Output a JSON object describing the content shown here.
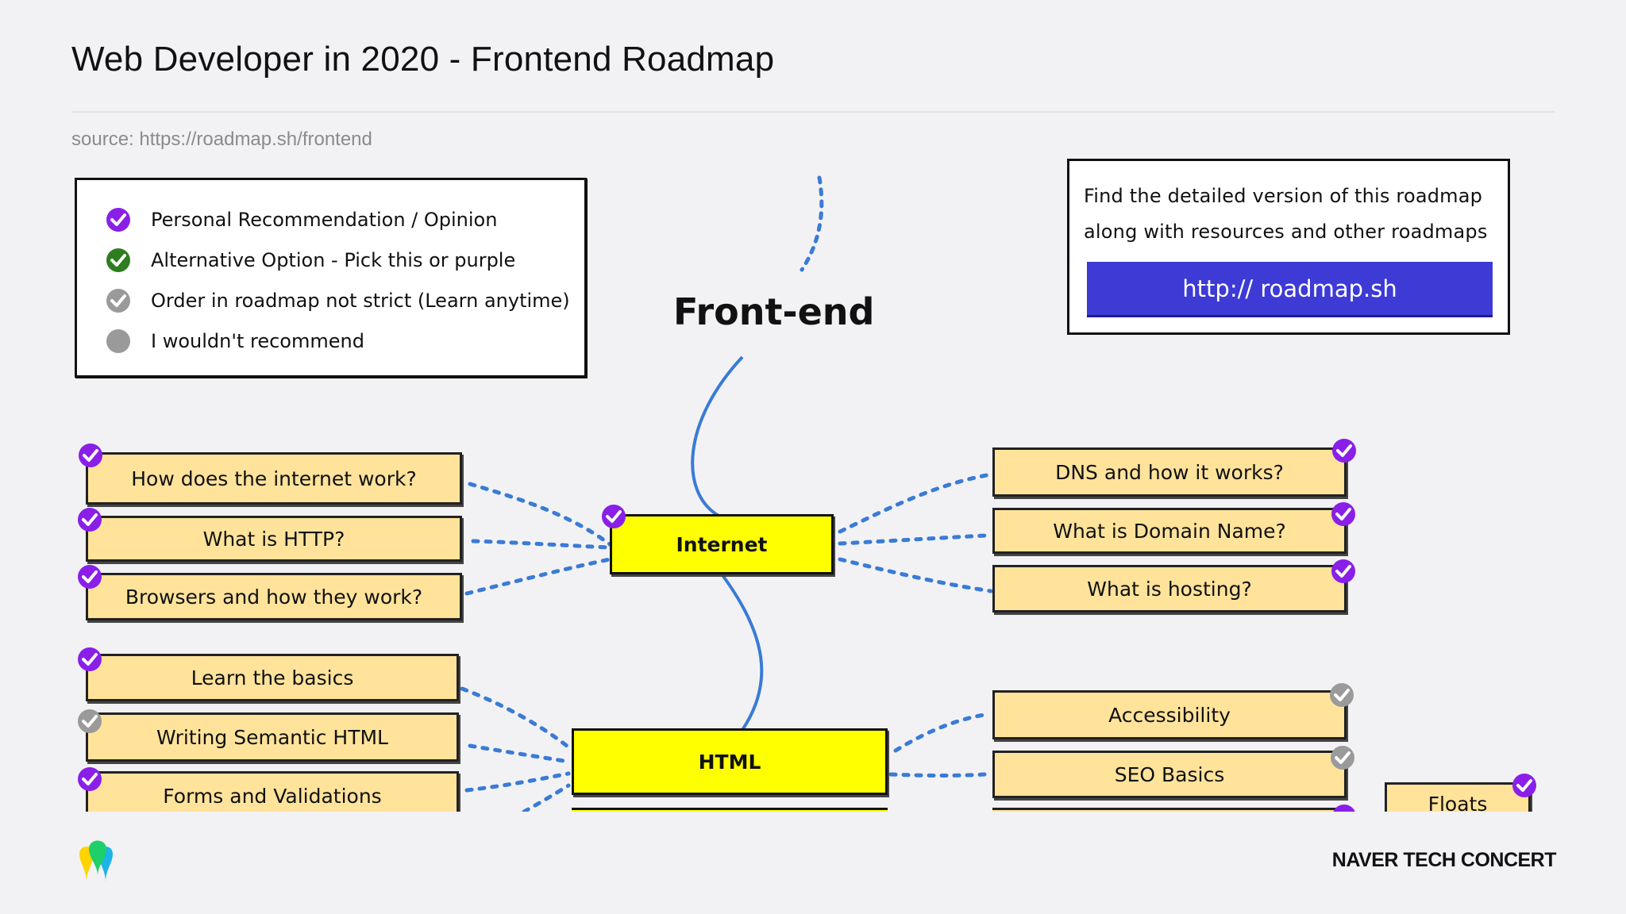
{
  "slide": {
    "title": "Web Developer in 2020 - Frontend Roadmap",
    "source": "source: https://roadmap.sh/frontend"
  },
  "legend": {
    "items": [
      {
        "label": "Personal Recommendation / Opinion",
        "color": "#8a1fe8",
        "icon": "check-circle-icon"
      },
      {
        "label": "Alternative Option - Pick this or purple",
        "color": "#2e7d1e",
        "icon": "check-circle-icon"
      },
      {
        "label": "Order in roadmap not strict (Learn anytime)",
        "color": "#9a9a9a",
        "icon": "check-circle-icon"
      },
      {
        "label": "I wouldn't recommend",
        "color": "#9a9a9a",
        "icon": "circle-icon"
      }
    ]
  },
  "info": {
    "text_line1": "Find the detailed version of this roadmap",
    "text_line2": "along with resources and other roadmaps",
    "link_label": "http:// roadmap.sh"
  },
  "roadmap": {
    "root": "Front-end",
    "main_nodes": {
      "internet": "Internet",
      "html": "HTML"
    },
    "internet_left": [
      "How does the internet work?",
      "What is HTTP?",
      "Browsers and how they work?"
    ],
    "internet_right": [
      "DNS and how it works?",
      "What is Domain Name?",
      "What is hosting?"
    ],
    "html_left": [
      "Learn the basics",
      "Writing Semantic HTML",
      "Forms and Validations"
    ],
    "html_right": [
      "Accessibility",
      "SEO Basics"
    ],
    "css_child": "Floats"
  },
  "colors": {
    "purple_check": "#8a1fe8",
    "gray_check": "#9a9a9a",
    "node_fill": "#ffe39b",
    "main_node_fill": "#ffff00",
    "wire_blue": "#3a7bd5"
  },
  "footer": {
    "brand": "NAVER TECH CONCERT"
  }
}
